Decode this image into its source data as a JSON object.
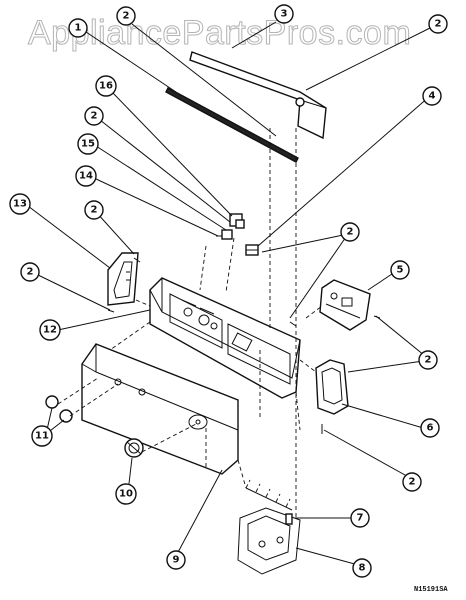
{
  "watermark": "AppliancePartsPros.com",
  "catalog_code": "N15191SA",
  "callouts": [
    {
      "id": "c-2a",
      "label": "2"
    },
    {
      "id": "c-3",
      "label": "3"
    },
    {
      "id": "c-2b",
      "label": "2"
    },
    {
      "id": "c-1",
      "label": "1"
    },
    {
      "id": "c-16",
      "label": "16"
    },
    {
      "id": "c-2c",
      "label": "2"
    },
    {
      "id": "c-4",
      "label": "4"
    },
    {
      "id": "c-15",
      "label": "15"
    },
    {
      "id": "c-14",
      "label": "14"
    },
    {
      "id": "c-13",
      "label": "13"
    },
    {
      "id": "c-2d",
      "label": "2"
    },
    {
      "id": "c-2e",
      "label": "2"
    },
    {
      "id": "c-2f",
      "label": "2"
    },
    {
      "id": "c-5",
      "label": "5"
    },
    {
      "id": "c-12",
      "label": "12"
    },
    {
      "id": "c-2g",
      "label": "2"
    },
    {
      "id": "c-6",
      "label": "6"
    },
    {
      "id": "c-11",
      "label": "11"
    },
    {
      "id": "c-2h",
      "label": "2"
    },
    {
      "id": "c-10",
      "label": "10"
    },
    {
      "id": "c-7",
      "label": "7"
    },
    {
      "id": "c-9",
      "label": "9"
    },
    {
      "id": "c-8",
      "label": "8"
    }
  ]
}
